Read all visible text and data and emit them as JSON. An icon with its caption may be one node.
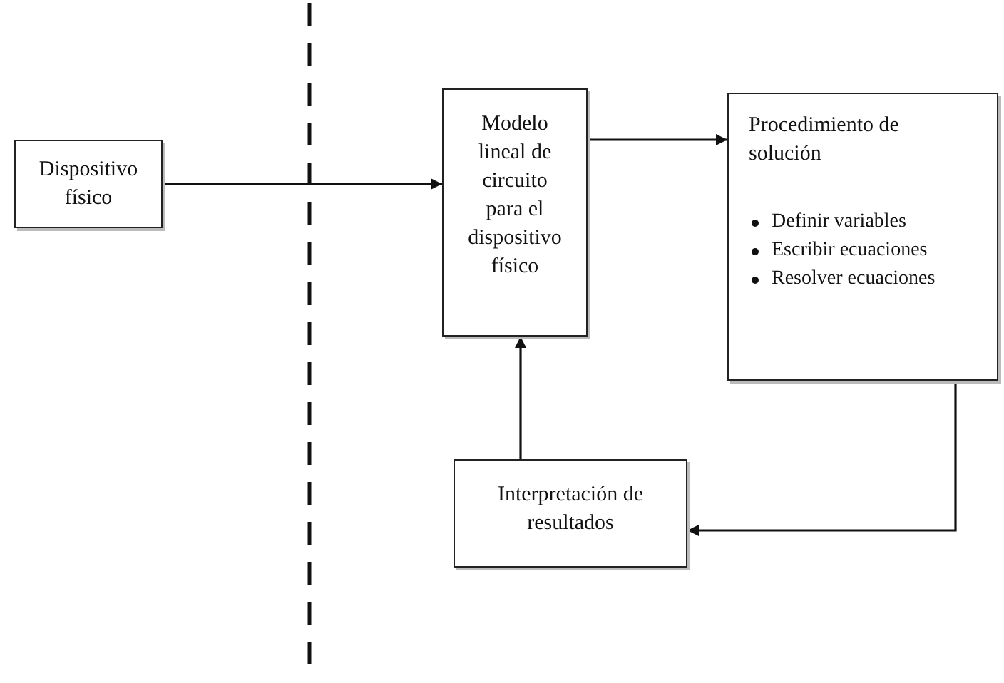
{
  "diagram": {
    "nodes": [
      {
        "text": [
          "Dispositivo físico"
        ]
      },
      {
        "text": [
          "Modelo lineal de circuito para el dispositivo físico"
        ]
      },
      {
        "text": [
          "Procedimiento de solución",
          "Definir variables",
          "Escribir ecuaciones",
          "Resolver ecuaciones"
        ]
      },
      {
        "text": [
          "Interpretación de resultados"
        ]
      }
    ],
    "edges": [
      {
        "from": 0,
        "to": 1,
        "arrow": "to"
      },
      {
        "from": 1,
        "to": 2,
        "arrow": "to"
      },
      {
        "from": 2,
        "to": 3,
        "arrow": "to"
      },
      {
        "from": 3,
        "to": 1,
        "arrow": "to"
      }
    ]
  }
}
